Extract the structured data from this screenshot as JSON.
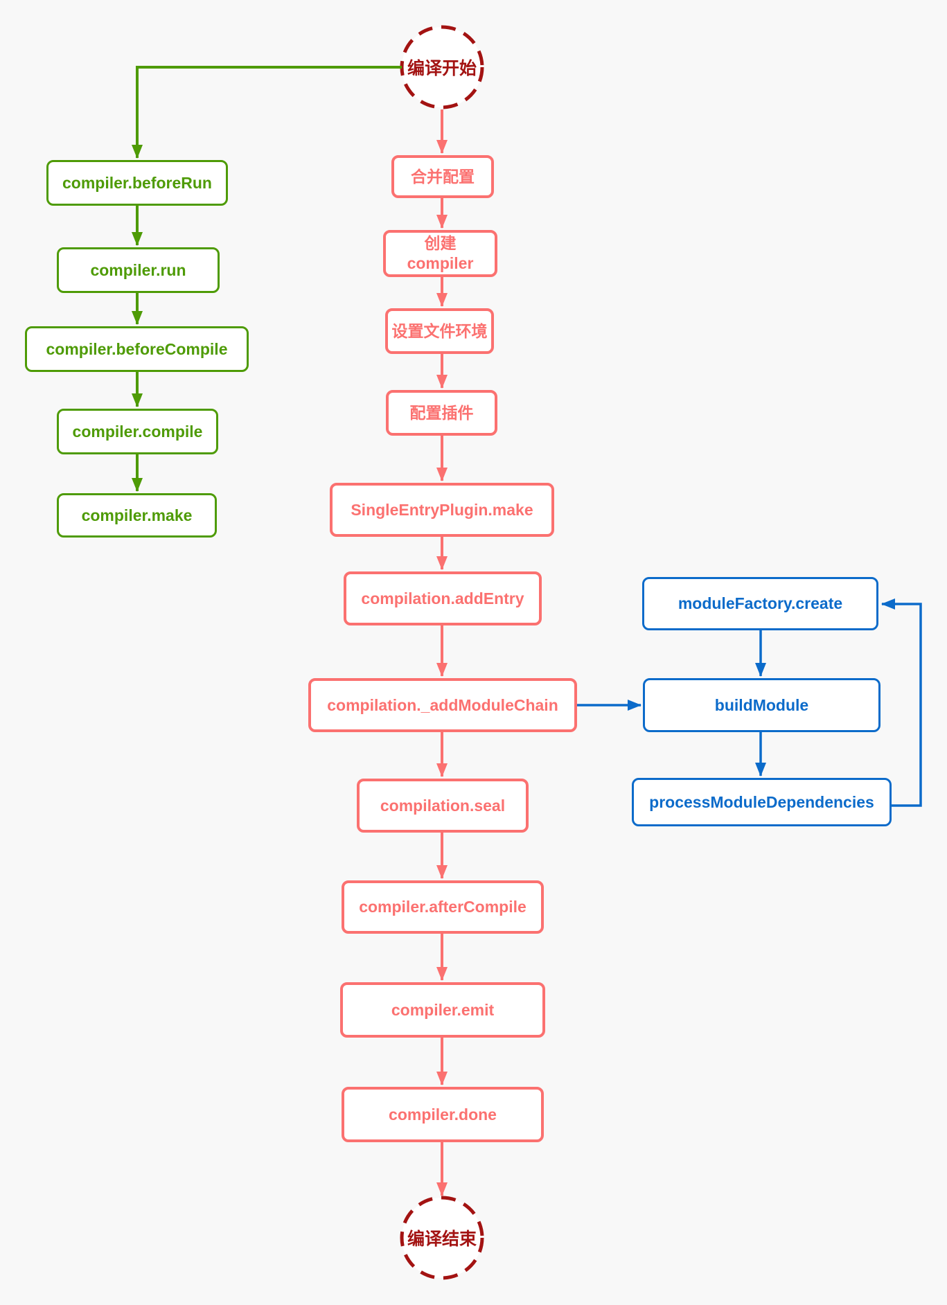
{
  "colors": {
    "page_bg": "#f8f8f8",
    "green": "#4e9b06",
    "salmon": "#fb7170",
    "blue": "#0c6bca",
    "dark_red": "#a31312"
  },
  "flowchart": {
    "start_node": {
      "label": "编译开始"
    },
    "end_node": {
      "label": "编译结束"
    },
    "left_column": [
      {
        "label": "compiler.beforeRun"
      },
      {
        "label": "compiler.run"
      },
      {
        "label": "compiler.beforeCompile"
      },
      {
        "label": "compiler.compile"
      },
      {
        "label": "compiler.make"
      }
    ],
    "center_column": [
      {
        "label": "合并配置"
      },
      {
        "label": "创建\ncompiler"
      },
      {
        "label": "设置文件环境"
      },
      {
        "label": "配置插件"
      },
      {
        "label": "SingleEntryPlugin.make"
      },
      {
        "label": "compilation.addEntry"
      },
      {
        "label": "compilation._addModuleChain"
      },
      {
        "label": "compilation.seal"
      },
      {
        "label": "compiler.afterCompile"
      },
      {
        "label": "compiler.emit"
      },
      {
        "label": "compiler.done"
      }
    ],
    "right_column": [
      {
        "label": "moduleFactory.create"
      },
      {
        "label": "buildModule"
      },
      {
        "label": "processModuleDependencies"
      }
    ]
  }
}
